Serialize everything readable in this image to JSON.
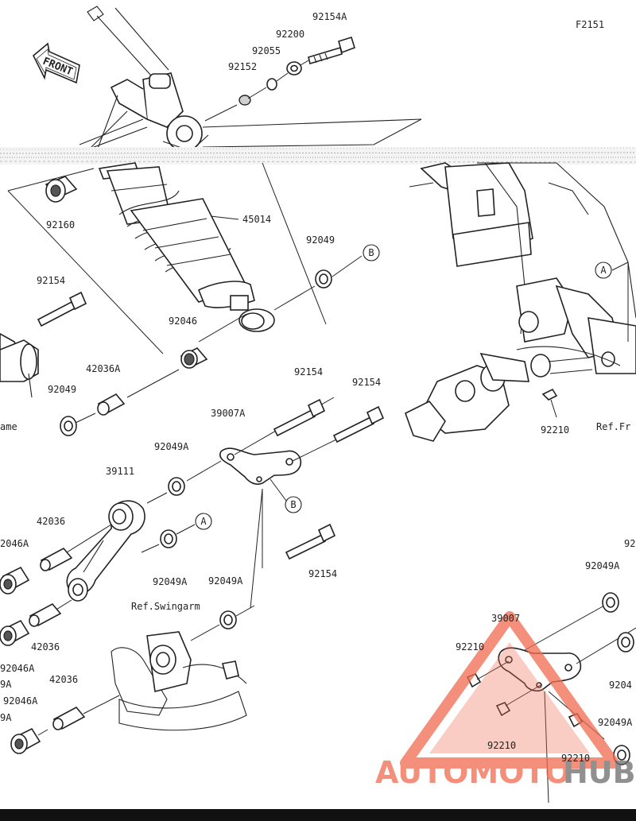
{
  "figure_code": "F2151",
  "front_label": "FRONT",
  "watermark": {
    "text_red": "AUTOMOTO",
    "text_grey": "HUB",
    "color_red": "#f06a4f",
    "color_grey": "#6b6b6b",
    "color_orange": "#f5a15a"
  },
  "labels": {
    "l_92154A_top": "92154A",
    "l_92200": "92200",
    "l_92055": "92055",
    "l_92152": "92152",
    "l_92160": "92160",
    "l_45014": "45014",
    "l_92049_b": "92049",
    "l_92154_left": "92154",
    "l_92046": "92046",
    "l_42036A": "42036A",
    "l_92049_left": "92049",
    "l_ame": "ame",
    "l_92154_c1": "92154",
    "l_92154_c2": "92154",
    "l_39007A": "39007A",
    "l_92049A_1": "92049A",
    "l_39111": "39111",
    "l_42036_1": "42036",
    "l_2046A_1": "2046A",
    "l_92049A_2": "92049A",
    "l_92049A_3": "92049A",
    "l_92154_low": "92154",
    "l_ref_swingarm": "Ref.Swingarm",
    "l_42036_2": "42036",
    "l_92046A_2": "92046A",
    "l_9A_1": "9A",
    "l_92046A_3": "92046A",
    "l_42036_3": "42036",
    "l_9A_2": "9A",
    "l_92210_r1": "92210",
    "l_ref_fr": "Ref.Fr",
    "l_92_right": "92",
    "l_92049A_r1": "92049A",
    "l_39007": "39007",
    "l_92210_r2": "92210",
    "l_9204_r": "9204",
    "l_92210_r3": "92210",
    "l_92210_r4": "92210",
    "l_92049A_r2": "92049A"
  },
  "callouts": {
    "b_top": "B",
    "b_bracket": "B",
    "a_frame": "A",
    "a_rocker": "A"
  }
}
